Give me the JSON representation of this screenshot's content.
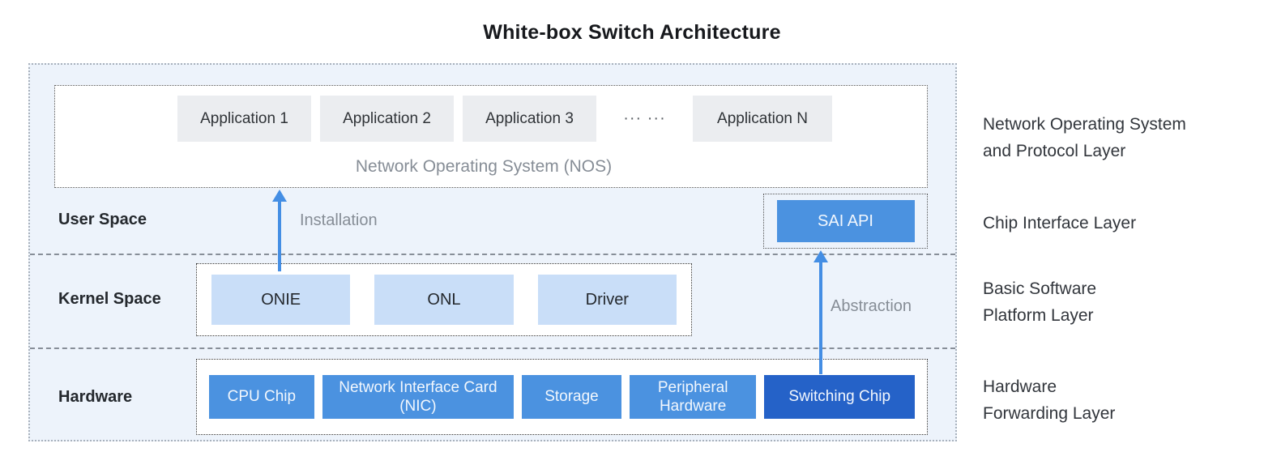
{
  "title": "White-box Switch Architecture",
  "nos_section": {
    "apps": [
      "Application 1",
      "Application 2",
      "Application 3"
    ],
    "dots": "··· ···",
    "app_n": "Application N",
    "nos_label": "Network Operating System (NOS)"
  },
  "user_space": {
    "label": "User Space",
    "annotation": "Installation",
    "sai_api_label": "SAI API"
  },
  "kernel_space": {
    "label": "Kernel Space",
    "boxes": [
      "ONIE",
      "ONL",
      "Driver"
    ],
    "annotation": "Abstraction"
  },
  "hardware": {
    "label": "Hardware",
    "boxes": [
      "CPU Chip",
      "Network Interface Card (NIC)",
      "Storage",
      "Peripheral Hardware",
      "Switching Chip"
    ]
  },
  "layer_labels": {
    "nos": "Network Operating System\nand Protocol Layer",
    "chip_interface": "Chip Interface Layer",
    "basic_software": "Basic Software\nPlatform Layer",
    "hardware_forwarding": "Hardware\nForwarding Layer"
  },
  "colors": {
    "container_bg": "#edf3fb",
    "medium_blue": "#4b92e0",
    "dark_blue": "#2562c8",
    "light_blue": "#c9def8",
    "arrow_blue": "#448ee4",
    "app_gray": "#ebedf0"
  }
}
